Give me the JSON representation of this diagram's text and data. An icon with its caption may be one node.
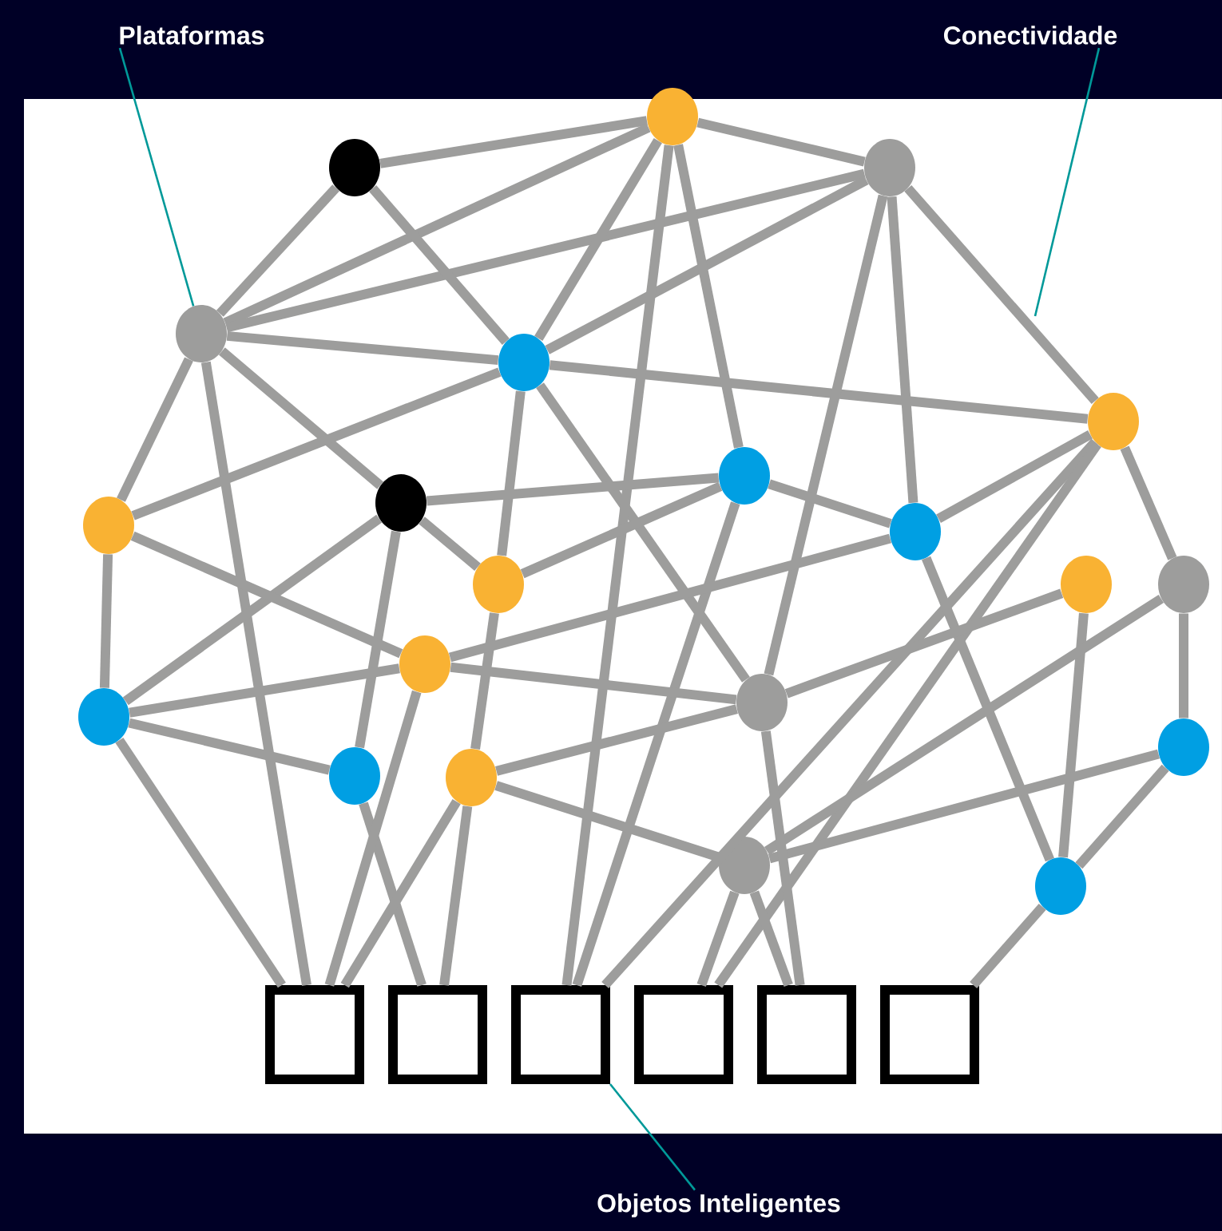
{
  "diagram": {
    "nodes": [
      {
        "text": [
          "Plataformas"
        ]
      },
      {
        "text": [
          "Conectividade"
        ]
      },
      {
        "text": [],
        "shape": "circle"
      },
      {
        "text": [],
        "shape": "circle"
      },
      {
        "text": [],
        "shape": "circle"
      },
      {
        "text": [],
        "shape": "circle"
      },
      {
        "text": [],
        "shape": "circle"
      },
      {
        "text": [],
        "shape": "circle"
      },
      {
        "text": [],
        "shape": "circle"
      },
      {
        "text": [],
        "shape": "circle"
      },
      {
        "text": [],
        "shape": "circle"
      },
      {
        "text": [],
        "shape": "circle"
      },
      {
        "text": [],
        "shape": "circle"
      },
      {
        "text": [],
        "shape": "circle"
      },
      {
        "text": [],
        "shape": "circle"
      },
      {
        "text": [],
        "shape": "circle"
      },
      {
        "text": [],
        "shape": "circle"
      },
      {
        "text": [],
        "shape": "circle"
      },
      {
        "text": [],
        "shape": "circle"
      },
      {
        "text": [],
        "shape": "circle"
      },
      {
        "text": [],
        "shape": "circle"
      },
      {
        "text": [],
        "shape": "circle"
      },
      {
        "text": [],
        "shape": "circle"
      },
      {
        "text": [],
        "shape": "box"
      },
      {
        "text": [],
        "shape": "box"
      },
      {
        "text": [],
        "shape": "box"
      },
      {
        "text": [],
        "shape": "box"
      },
      {
        "text": [],
        "shape": "box"
      },
      {
        "text": [],
        "shape": "box"
      },
      {
        "text": [
          "Objetos Inteligentes"
        ]
      }
    ],
    "edges": [
      {
        "from": 0,
        "to": 5,
        "arrow": "none",
        "color": "#009999"
      },
      {
        "from": 1,
        "to": null,
        "arrow": "none",
        "color": "#009999"
      },
      {
        "from": 29,
        "to": 25,
        "arrow": "none",
        "color": "#009999"
      },
      {
        "from": 3,
        "to": 2,
        "arrow": "none"
      },
      {
        "from": 5,
        "to": 2,
        "arrow": "none"
      },
      {
        "from": 5,
        "to": 3,
        "arrow": "none"
      },
      {
        "from": 5,
        "to": 4,
        "arrow": "none"
      },
      {
        "from": 5,
        "to": 6,
        "arrow": "none"
      },
      {
        "from": 5,
        "to": 10,
        "arrow": "none"
      },
      {
        "from": 5,
        "to": 8,
        "arrow": "none"
      },
      {
        "from": 5,
        "to": 23,
        "arrow": "none"
      },
      {
        "from": 3,
        "to": 6,
        "arrow": "none"
      },
      {
        "from": 6,
        "to": 2,
        "arrow": "none"
      },
      {
        "from": 6,
        "to": 4,
        "arrow": "none"
      },
      {
        "from": 6,
        "to": 7,
        "arrow": "none"
      },
      {
        "from": 6,
        "to": 16,
        "arrow": "none"
      },
      {
        "from": 6,
        "to": 12,
        "arrow": "none"
      },
      {
        "from": 2,
        "to": 4,
        "arrow": "none"
      },
      {
        "from": 2,
        "to": 9,
        "arrow": "none"
      },
      {
        "from": 2,
        "to": 25,
        "arrow": "none"
      },
      {
        "from": 4,
        "to": 7,
        "arrow": "none"
      },
      {
        "from": 4,
        "to": 11,
        "arrow": "none"
      },
      {
        "from": 4,
        "to": 16,
        "arrow": "none"
      },
      {
        "from": 8,
        "to": 9,
        "arrow": "none"
      },
      {
        "from": 8,
        "to": 12,
        "arrow": "none"
      },
      {
        "from": 8,
        "to": 17,
        "arrow": "none"
      },
      {
        "from": 8,
        "to": 18,
        "arrow": "none"
      },
      {
        "from": 10,
        "to": 6,
        "arrow": "none"
      },
      {
        "from": 10,
        "to": 15,
        "arrow": "none"
      },
      {
        "from": 10,
        "to": 17,
        "arrow": "none"
      },
      {
        "from": 12,
        "to": 9,
        "arrow": "none"
      },
      {
        "from": 12,
        "to": 19,
        "arrow": "none"
      },
      {
        "from": 9,
        "to": 11,
        "arrow": "none"
      },
      {
        "from": 9,
        "to": 25,
        "arrow": "none"
      },
      {
        "from": 7,
        "to": 11,
        "arrow": "none"
      },
      {
        "from": 7,
        "to": 14,
        "arrow": "none"
      },
      {
        "from": 7,
        "to": 25,
        "arrow": "none"
      },
      {
        "from": 7,
        "to": 26,
        "arrow": "none"
      },
      {
        "from": 15,
        "to": 11,
        "arrow": "none"
      },
      {
        "from": 15,
        "to": 16,
        "arrow": "none"
      },
      {
        "from": 11,
        "to": 22,
        "arrow": "none"
      },
      {
        "from": 13,
        "to": 16,
        "arrow": "none"
      },
      {
        "from": 13,
        "to": 22,
        "arrow": "none"
      },
      {
        "from": 14,
        "to": 20,
        "arrow": "none"
      },
      {
        "from": 14,
        "to": 21,
        "arrow": "none"
      },
      {
        "from": 20,
        "to": 22,
        "arrow": "none"
      },
      {
        "from": 20,
        "to": 21,
        "arrow": "none"
      },
      {
        "from": 22,
        "to": 28,
        "arrow": "none"
      },
      {
        "from": 21,
        "to": 26,
        "arrow": "none"
      },
      {
        "from": 21,
        "to": 27,
        "arrow": "none"
      },
      {
        "from": 16,
        "to": 27,
        "arrow": "none"
      },
      {
        "from": 19,
        "to": 21,
        "arrow": "none"
      },
      {
        "from": 19,
        "to": 16,
        "arrow": "none"
      },
      {
        "from": 17,
        "to": 15,
        "arrow": "none"
      },
      {
        "from": 17,
        "to": 18,
        "arrow": "none"
      },
      {
        "from": 17,
        "to": 23,
        "arrow": "none"
      },
      {
        "from": 18,
        "to": 24,
        "arrow": "none"
      },
      {
        "from": 15,
        "to": 23,
        "arrow": "none"
      },
      {
        "from": 19,
        "to": 23,
        "arrow": "none"
      },
      {
        "from": 19,
        "to": 24,
        "arrow": "none"
      }
    ]
  }
}
